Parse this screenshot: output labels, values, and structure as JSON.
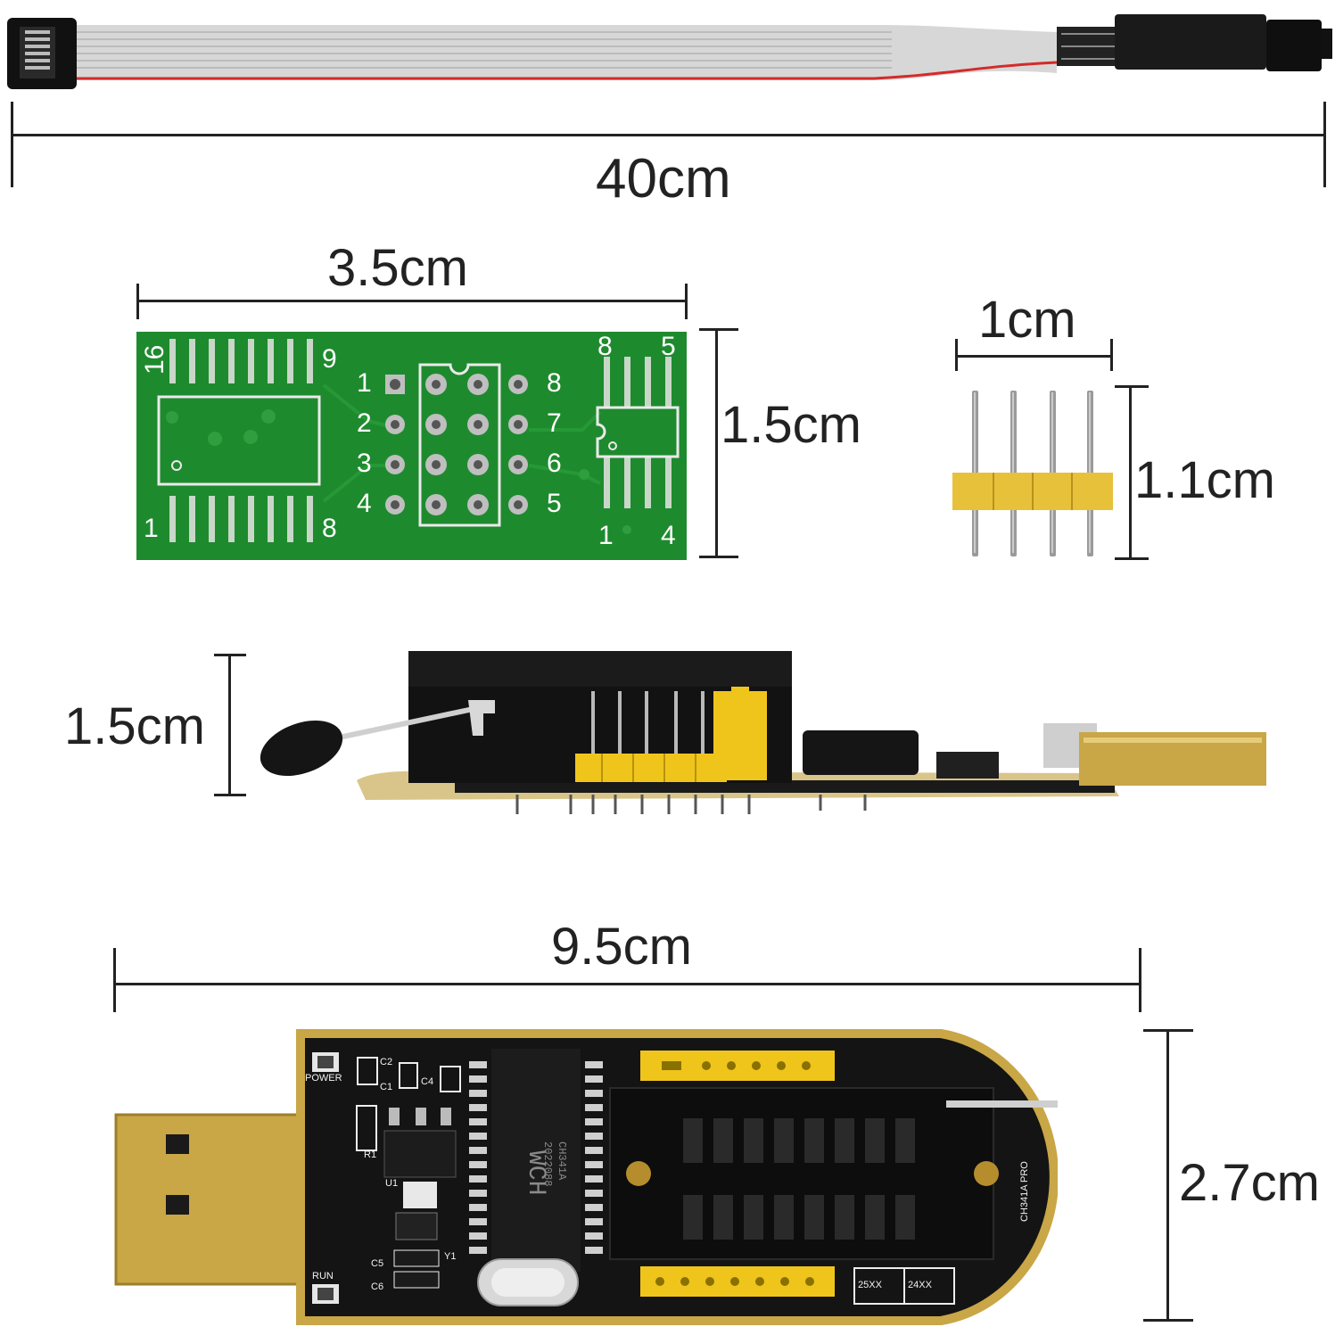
{
  "dimensions": {
    "cable_length": "40cm",
    "adapter_width": "3.5cm",
    "adapter_height": "1.5cm",
    "header_width": "1cm",
    "header_height": "1.1cm",
    "programmer_side_height": "1.5cm",
    "programmer_length": "9.5cm",
    "programmer_width": "2.7cm"
  },
  "adapter_board": {
    "soic16_labels": {
      "top_left": "16",
      "top_right": "9",
      "bottom_left": "1",
      "bottom_right": "8"
    },
    "dip_left_labels": [
      "1",
      "2",
      "3",
      "4"
    ],
    "dip_right_labels": [
      "8",
      "7",
      "6",
      "5"
    ],
    "soic8_labels": {
      "top_left": "8",
      "top_right": "5",
      "bottom_left": "1",
      "bottom_right": "4"
    }
  },
  "programmer_board": {
    "silkscreen": {
      "power": "POWER",
      "run": "RUN",
      "c2": "C2",
      "c1": "C1",
      "c4": "C4",
      "r1": "R1",
      "u1": "U1",
      "y1": "Y1",
      "c5": "C5",
      "c6": "C6",
      "sel_25xx": "25XX",
      "sel_24xx": "24XX",
      "chip_brand": "WCH",
      "chip_model": "CH341A",
      "chip_code": "2022088",
      "board_name": "CH341A PRO"
    }
  },
  "colors": {
    "pcb_green": "#1e8a2e",
    "pcb_black": "#141414",
    "gold": "#c9a646",
    "header_yellow": "#f0c419",
    "cable_grey": "#cfcfcf",
    "cable_red": "#d42a2a"
  }
}
